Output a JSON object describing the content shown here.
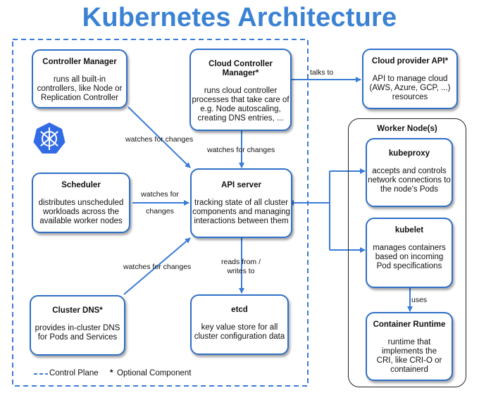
{
  "title": "Kubernetes Architecture",
  "nodes": {
    "controller_manager": {
      "title": "Controller Manager",
      "desc": "runs all built-in controllers, like Node or Replication Controller"
    },
    "cloud_controller_manager": {
      "title": "Cloud Controller Manager*",
      "desc": "runs cloud controller processes that take care of e.g. Node autoscaling, creating DNS entries, ..."
    },
    "cloud_provider_api": {
      "title": "Cloud provider API*",
      "desc": "API to manage cloud (AWS, Azure, GCP, ...) resources"
    },
    "scheduler": {
      "title": "Scheduler",
      "desc": "distributes unscheduled workloads across the available worker nodes"
    },
    "api_server": {
      "title": "API server",
      "desc": "tracking state of all cluster components and managing interactions between them"
    },
    "cluster_dns": {
      "title": "Cluster DNS*",
      "desc": "provides in-cluster DNS for Pods and Services"
    },
    "etcd": {
      "title": "etcd",
      "desc": "key value store for all cluster configuration data"
    },
    "kubeproxy": {
      "title": "kubeproxy",
      "desc": "accepts and controls network connections to the node's Pods"
    },
    "kubelet": {
      "title": "kubelet",
      "desc": "manages containers based on incoming Pod specifications"
    },
    "container_runtime": {
      "title": "Container Runtime",
      "desc": "runtime that implements the CRI, like CRI-O or containerd"
    }
  },
  "edges": {
    "talks_to": "talks to",
    "watches_cm": "watches for changes",
    "watches_ccm": "watches for changes",
    "watches_sched_1": "watches for",
    "watches_sched_2": "changes",
    "watches_dns": "watches for changes",
    "reads_writes_1": "reads from /",
    "reads_writes_2": "writes to",
    "uses": "uses"
  },
  "worker_group_title": "Worker Node(s)",
  "legend": {
    "control_plane": "Control Plane",
    "optional_marker": "*",
    "optional_component": "Optional Component"
  },
  "colors": {
    "accent": "#3b82d4",
    "border": "#2f6fc6",
    "arrow": "#3a7bd5"
  },
  "icons": {
    "logo": "kubernetes-helm-wheel-icon"
  }
}
